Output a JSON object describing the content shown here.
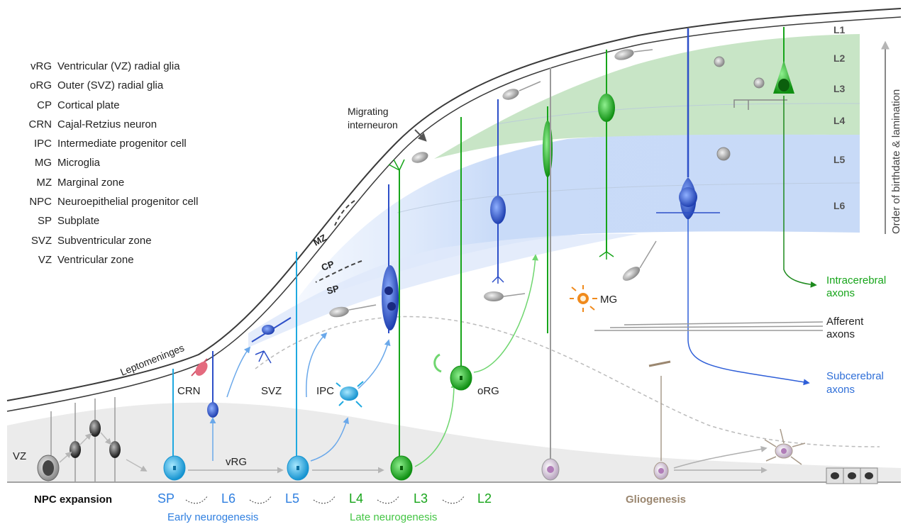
{
  "glossary": [
    {
      "abbr": "vRG",
      "definition": "Ventricular (VZ) radial glia"
    },
    {
      "abbr": "oRG",
      "definition": "Outer (SVZ) radial glia"
    },
    {
      "abbr": "CP",
      "definition": "Cortical plate"
    },
    {
      "abbr": "CRN",
      "definition": "Cajal-Retzius neuron"
    },
    {
      "abbr": "IPC",
      "definition": "Intermediate progenitor cell"
    },
    {
      "abbr": "MG",
      "definition": "Microglia"
    },
    {
      "abbr": "MZ",
      "definition": "Marginal zone"
    },
    {
      "abbr": "NPC",
      "definition": "Neuroepithelial progenitor cell"
    },
    {
      "abbr": "SP",
      "definition": "Subplate"
    },
    {
      "abbr": "SVZ",
      "definition": "Subventricular zone"
    },
    {
      "abbr": "VZ",
      "definition": "Ventricular zone"
    }
  ],
  "layers": [
    "L1",
    "L2",
    "L3",
    "L4",
    "L5",
    "L6"
  ],
  "axis_label": "Order of birthdate & lamination",
  "labels": {
    "migrating_line1": "Migrating",
    "migrating_line2": "interneuron",
    "leptomeninges": "Leptomeninges",
    "mz": "MZ",
    "cp": "CP",
    "sp_zone": "SP",
    "crn": "CRN",
    "svz": "SVZ",
    "ipc": "IPC",
    "org": "oRG",
    "vz": "VZ",
    "vrg": "vRG",
    "mg": "MG"
  },
  "axons": {
    "intracerebral_line1": "Intracerebral",
    "intracerebral_line2": "axons",
    "afferent_line1": "Afferent",
    "afferent_line2": "axons",
    "subcerebral_line1": "Subcerebral",
    "subcerebral_line2": "axons"
  },
  "timeline": {
    "npc_expansion": "NPC expansion",
    "stages": [
      "SP",
      "L6",
      "L5",
      "L4",
      "L3",
      "L2"
    ],
    "gliogenesis": "Gliogenesis",
    "early_neurogenesis": "Early neurogenesis",
    "late_neurogenesis": "Late neurogenesis"
  },
  "colors": {
    "blue": "#2f6fd8",
    "dark_blue": "#2d4fc8",
    "green": "#17a51a",
    "light_green": "#5fd05f",
    "gray": "#9a9a9a",
    "tan": "#9b8770",
    "red": "#d2546a",
    "orange": "#f08a1c",
    "cyan": "#1fa9e0"
  }
}
